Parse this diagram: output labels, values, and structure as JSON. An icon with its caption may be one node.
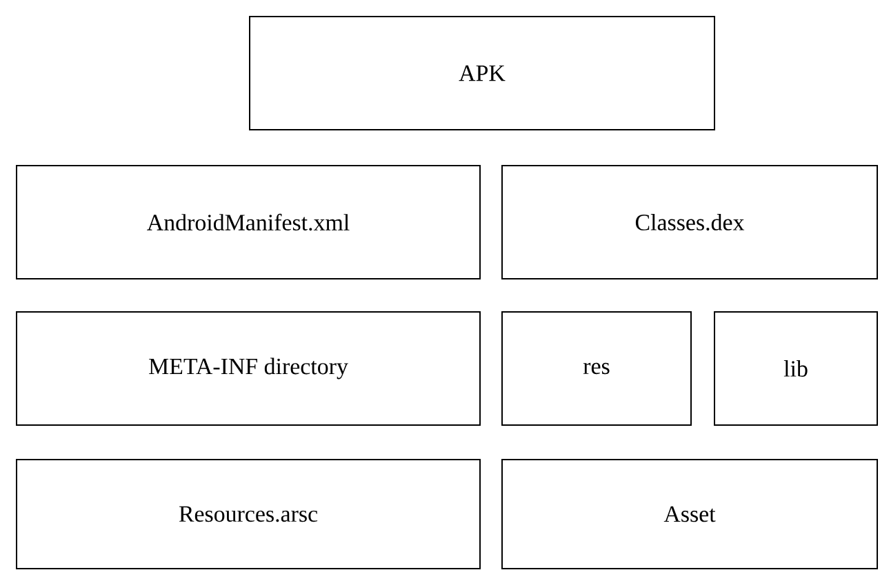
{
  "diagram": {
    "nodes": [
      {
        "text": [
          "APK"
        ]
      },
      {
        "text": [
          "AndroidManifest.xml"
        ]
      },
      {
        "text": [
          "Classes.dex"
        ]
      },
      {
        "text": [
          "META-INF directory"
        ]
      },
      {
        "text": [
          "res"
        ]
      },
      {
        "text": [
          "lib"
        ]
      },
      {
        "text": [
          "Resources.arsc"
        ]
      },
      {
        "text": [
          "Asset"
        ]
      }
    ]
  }
}
